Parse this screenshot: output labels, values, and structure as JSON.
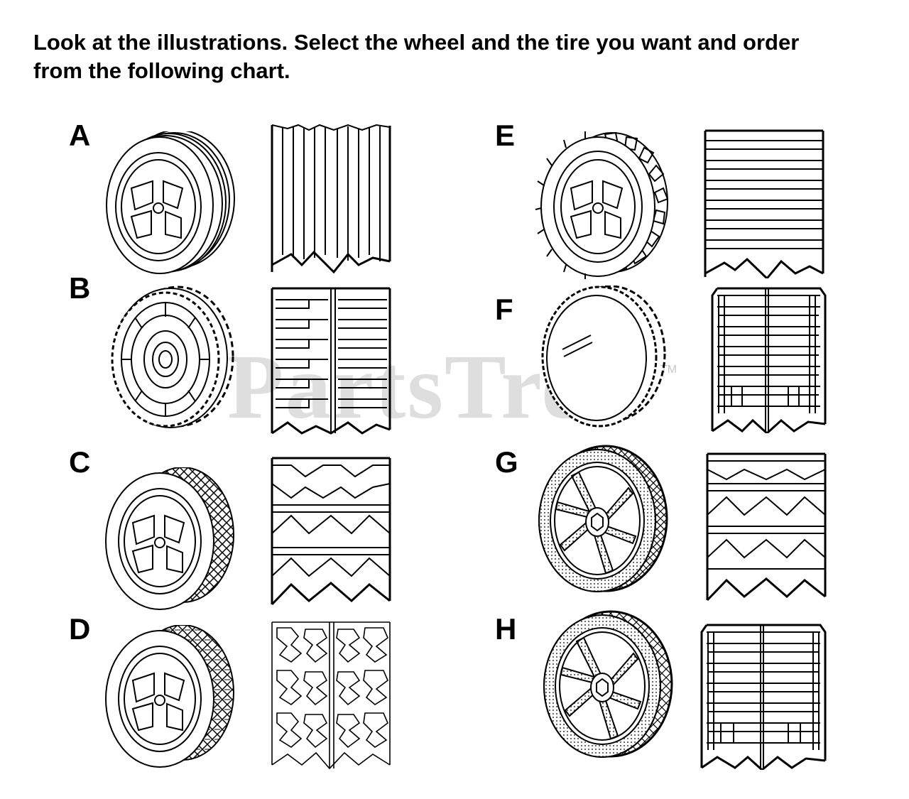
{
  "instructions": {
    "line1": "Look at the illustrations. Select the wheel and the tire you want and order",
    "line2": "from the following chart."
  },
  "options": [
    {
      "label": "A",
      "wheel": "wheel-a-icon",
      "tread": "tread-a-icon"
    },
    {
      "label": "B",
      "wheel": "wheel-b-icon",
      "tread": "tread-b-icon"
    },
    {
      "label": "C",
      "wheel": "wheel-c-icon",
      "tread": "tread-c-icon"
    },
    {
      "label": "D",
      "wheel": "wheel-d-icon",
      "tread": "tread-d-icon"
    },
    {
      "label": "E",
      "wheel": "wheel-e-icon",
      "tread": "tread-e-icon"
    },
    {
      "label": "F",
      "wheel": "wheel-f-icon",
      "tread": "tread-f-icon"
    },
    {
      "label": "G",
      "wheel": "wheel-g-icon",
      "tread": "tread-g-icon"
    },
    {
      "label": "H",
      "wheel": "wheel-h-icon",
      "tread": "tread-h-icon"
    }
  ],
  "watermark": {
    "text": "PartsTree",
    "tm": "TM"
  }
}
